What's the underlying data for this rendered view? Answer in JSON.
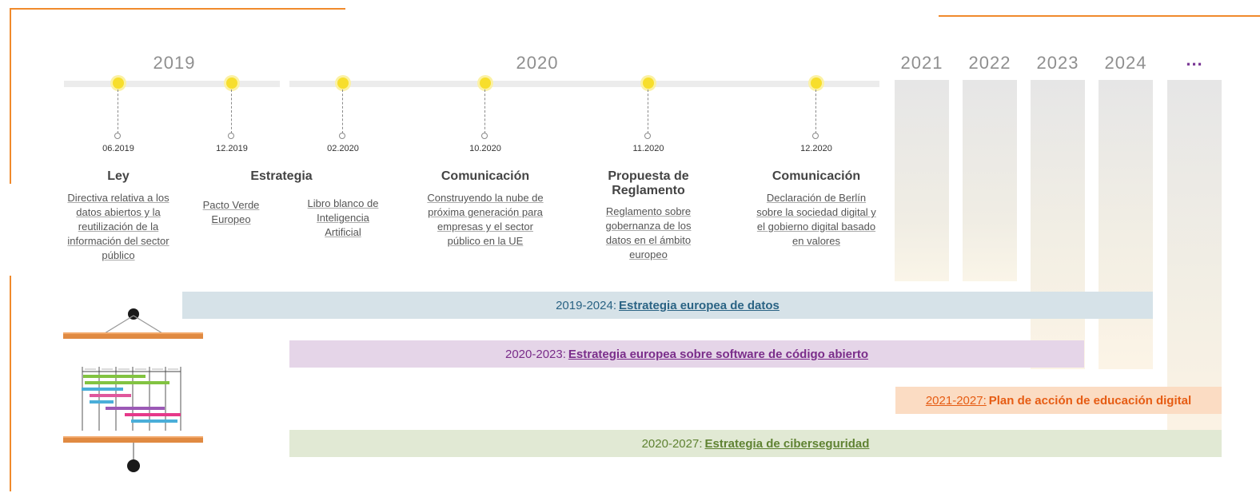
{
  "years": {
    "y2019": "2019",
    "y2020": "2020",
    "y2021": "2021",
    "y2022": "2022",
    "y2023": "2023",
    "y2024": "2024",
    "more": "..."
  },
  "milestones": [
    {
      "date": "06.2019",
      "type": "Ley",
      "desc": "Directiva relativa a los datos abiertos y la reutilización de la información del sector público"
    },
    {
      "date": "12.2019",
      "type": "",
      "desc": "Pacto Verde Europeo"
    },
    {
      "date": "02.2020",
      "type": "",
      "desc": "Libro blanco de Inteligencia Artificial"
    },
    {
      "date": "10.2020",
      "type": "Comunicación",
      "desc": "Construyendo la nube de próxima generación para empresas y el sector público en la UE"
    },
    {
      "date": "11.2020",
      "type": "Propuesta de Reglamento",
      "desc": "Reglamento sobre gobernanza de los datos en el ámbito europeo"
    },
    {
      "date": "12.2020",
      "type": "Comunicación",
      "desc": "Declaración de Berlín sobre la sociedad digital y el gobierno digital basado en valores"
    }
  ],
  "shared_type": "Estrategia",
  "strategies": [
    {
      "years": "2019-2024:",
      "name": "Estrategia europea de datos",
      "color": "#2a6384",
      "bg": "#d6e2e8"
    },
    {
      "years": "2020-2023:",
      "name": "Estrategia europea sobre software de código abierto",
      "color": "#7a2d8a",
      "bg": "#e5d5e8"
    },
    {
      "years": "2021-2027:",
      "name": "Plan de acción de educación digital",
      "color": "#e65c13",
      "bg": "#fbdcc3"
    },
    {
      "years": "2020-2027:",
      "name": "Estrategia de ciberseguridad",
      "color": "#5f8232",
      "bg": "#e1e9d4"
    }
  ],
  "colors": {
    "frame": "#f08a2c",
    "milestone_dot": "#f7de2c",
    "track": "#ececec",
    "year_text": "#8f8f8f"
  },
  "icons": [
    "hanging-gantt-chart-icon"
  ]
}
